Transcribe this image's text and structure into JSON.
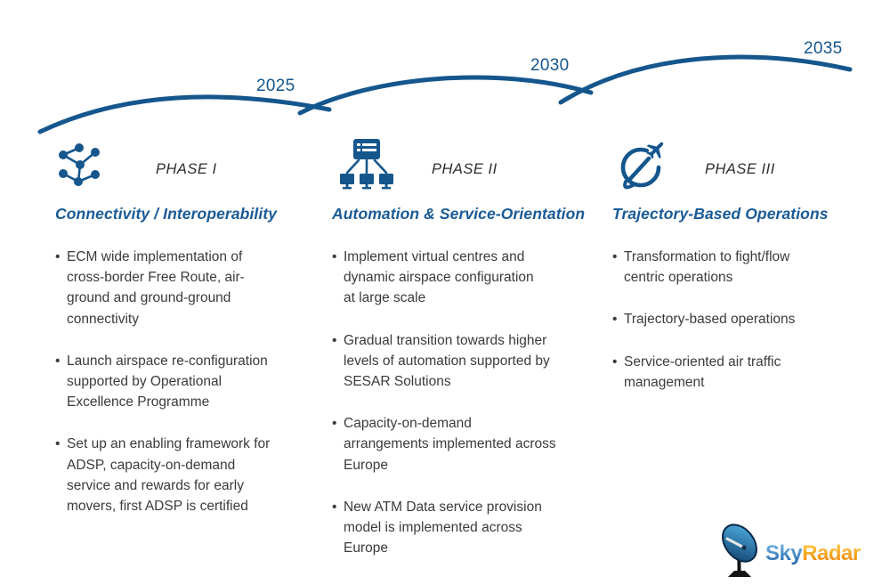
{
  "timeline": {
    "years": [
      {
        "label": "2025"
      },
      {
        "label": "2030"
      },
      {
        "label": "2035"
      }
    ]
  },
  "columns": [
    {
      "phase_label": "PHASE I",
      "icon": "network-nodes-icon",
      "title": "Connectivity / Interoperability",
      "bullets": [
        "ECM wide implementation of\ncross-border Free Route, air-\nground and ground-ground\nconnectivity",
        "Launch airspace re-configuration\nsupported by Operational\nExcellence Programme",
        "Set up an enabling framework for\nADSP, capacity-on-demand\nservice and rewards for early\nmovers, first ADSP is certified"
      ]
    },
    {
      "phase_label": "PHASE II",
      "icon": "server-network-icon",
      "title": "Automation & Service-Orientation",
      "bullets": [
        "Implement virtual centres and\ndynamic airspace configuration\nat large scale",
        "Gradual transition towards higher\nlevels of automation supported by\nSESAR Solutions",
        "Capacity-on-demand\narrangements implemented across\nEurope",
        "New ATM Data service provision\nmodel is implemented across\nEurope"
      ]
    },
    {
      "phase_label": "PHASE III",
      "icon": "plane-trajectory-icon",
      "title": "Trajectory-Based Operations",
      "bullets": [
        "Transformation to fight/flow\ncentric operations",
        "Trajectory-based operations",
        "Service-oriented air traffic\nmanagement"
      ]
    }
  ],
  "logo": {
    "brand_first": "Sky",
    "brand_second": "Radar",
    "icon": "satellite-dish-icon"
  },
  "colors": {
    "primary_blue": "#15568D",
    "heading_blue": "#1A5A96",
    "body_text": "#3B3B3B",
    "logo_blue": "#2E7FC0",
    "logo_orange": "#F18B00"
  }
}
